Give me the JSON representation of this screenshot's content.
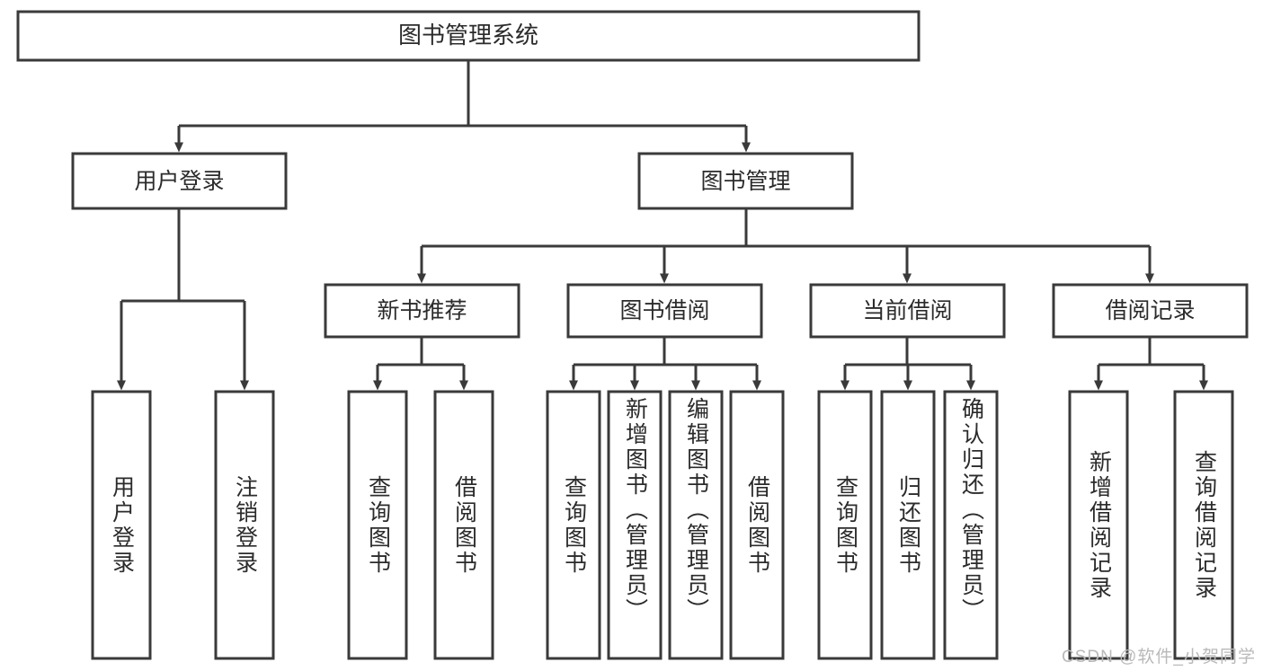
{
  "diagram": {
    "title": "图书管理系统",
    "type": "tree-hierarchy-diagram",
    "root": {
      "label": "图书管理系统"
    },
    "level2": [
      {
        "label": "用户登录"
      },
      {
        "label": "图书管理"
      }
    ],
    "level3": [
      {
        "label": "新书推荐"
      },
      {
        "label": "图书借阅"
      },
      {
        "label": "当前借阅"
      },
      {
        "label": "借阅记录"
      }
    ],
    "leaves": {
      "user_login": [
        {
          "label": "用户登录"
        },
        {
          "label": "注销登录"
        }
      ],
      "new_book_recommend": [
        {
          "label": "查询图书"
        },
        {
          "label": "借阅图书"
        }
      ],
      "book_borrow": [
        {
          "label": "查询图书"
        },
        {
          "label": "新增图书（管理员）"
        },
        {
          "label": "编辑图书（管理员）"
        },
        {
          "label": "借阅图书"
        }
      ],
      "current_borrow": [
        {
          "label": "查询图书"
        },
        {
          "label": "归还图书"
        },
        {
          "label": "确认归还（管理员）"
        }
      ],
      "borrow_record": [
        {
          "label": "新增借阅记录"
        },
        {
          "label": "查询借阅记录"
        }
      ]
    }
  },
  "watermark": {
    "text": "CSDN @软件_小贺同学"
  },
  "colors": {
    "stroke": "#3a3a3a",
    "fill": "#ffffff",
    "text": "#2b2b2b",
    "watermark": "#b9b9b9"
  }
}
